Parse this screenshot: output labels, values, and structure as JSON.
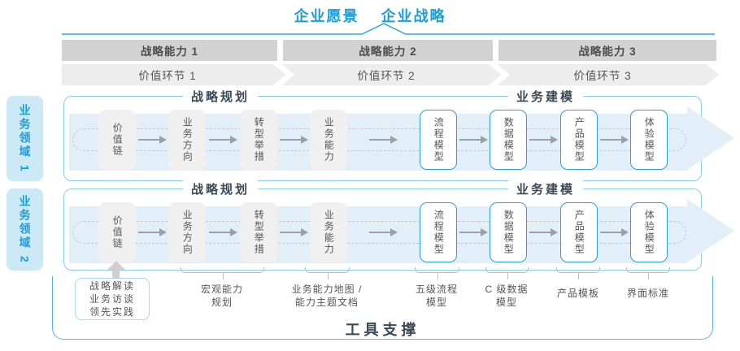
{
  "title": {
    "vision": "企业愿景",
    "strategy": "企业战略"
  },
  "capabilities": [
    "战略能力 1",
    "战略能力 2",
    "战略能力 3"
  ],
  "value_links": [
    "价值环节 1",
    "价值环节 2",
    "价值环节 3"
  ],
  "domains": [
    "业务领域 1",
    "业务领域 2"
  ],
  "sections": {
    "planning": "战略规划",
    "modeling": "业务建模"
  },
  "boxes": [
    {
      "label": "价值链",
      "style": "gray"
    },
    {
      "label": "业务方向",
      "style": "gray"
    },
    {
      "label": "转型举措",
      "style": "gray"
    },
    {
      "label": "业务能力",
      "style": "gray"
    },
    {
      "label": "流程模型",
      "style": "blue"
    },
    {
      "label": "数据模型",
      "style": "blue"
    },
    {
      "label": "产品模型",
      "style": "blue"
    },
    {
      "label": "体验模型",
      "style": "blue"
    }
  ],
  "annotations": {
    "practice": [
      "战略解读",
      "业务访谈",
      "领先实践"
    ],
    "notes": [
      {
        "lines": [
          "宏观能力",
          "规划"
        ]
      },
      {
        "lines": [
          "业务能力地图 /",
          "能力主题文档"
        ]
      },
      {
        "lines": [
          "五级流程",
          "模型"
        ]
      },
      {
        "lines": [
          "C 级数据",
          "模型"
        ]
      },
      {
        "lines": [
          "产品模板"
        ]
      },
      {
        "lines": [
          "界面标准"
        ]
      }
    ]
  },
  "footer": "工具支撑",
  "colors": {
    "accent_blue": "#1b9dd9",
    "lane_border": "#8ccdec",
    "tool_border": "#54b5e3",
    "domain_tag_fill": "#cde9f6",
    "flow_arrow_fill": "#e2eff9",
    "capability_bar_fill": "#d2d2d2",
    "value_band_fill": "#ededed",
    "box_gray_fill": "#f0f0f0",
    "box_blue_border": "#2f9fd8",
    "header_text": "#3b4a54",
    "body_text": "#555555",
    "connector_gray": "#9aa0a6"
  }
}
